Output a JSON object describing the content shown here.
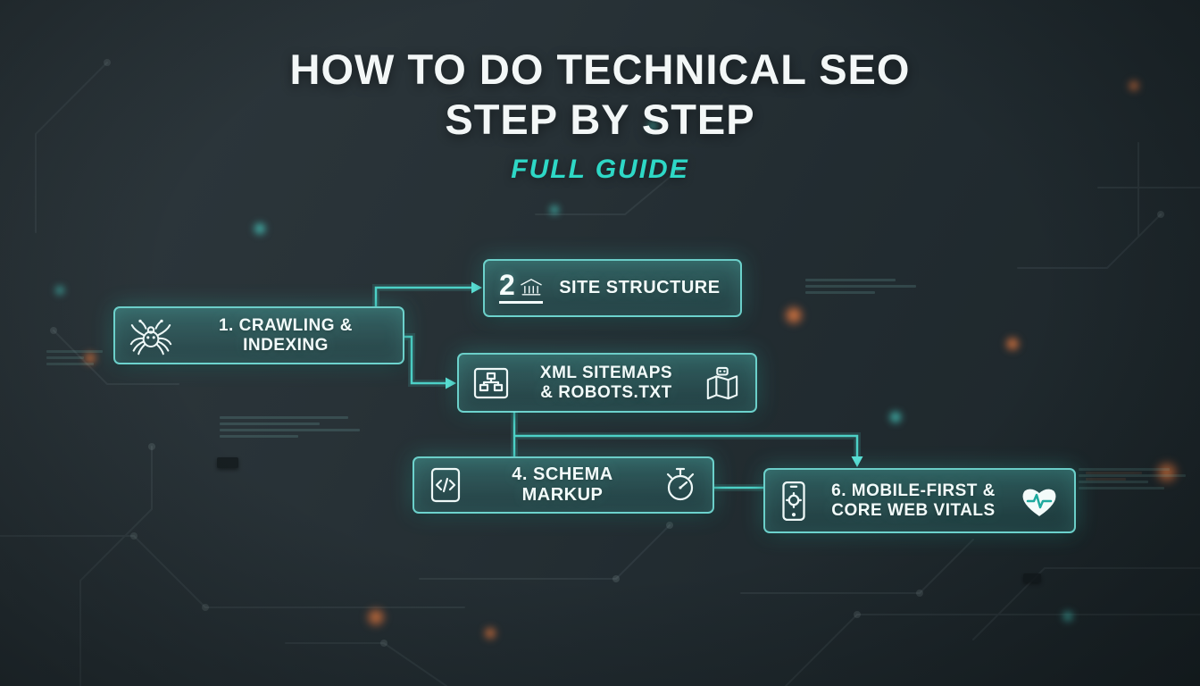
{
  "header": {
    "title_line1": "HOW TO DO TECHNICAL SEO",
    "title_line2": "STEP BY STEP",
    "subtitle": "FULL GUIDE"
  },
  "nodes": {
    "crawling": {
      "line1": "1. CRAWLING &",
      "line2": "INDEXING"
    },
    "structure": {
      "number": "2",
      "label": "SITE STRUCTURE"
    },
    "sitemaps": {
      "line1": "XML SITEMAPS",
      "line2": "& ROBOTS.TXT"
    },
    "schema": {
      "label": "4. SCHEMA MARKUP"
    },
    "mobile": {
      "line1": "6. MOBILE-FIRST &",
      "line2": "CORE WEB VITALS"
    }
  },
  "icons": {
    "crawling": "spider-icon",
    "structure": "bank-columns-icon",
    "sitemaps_left": "xml-sitemap-icon",
    "sitemaps_right": "robot-map-icon",
    "schema_left": "code-document-icon",
    "schema_right": "stopwatch-icon",
    "mobile_left": "smartphone-icon",
    "mobile_right": "heart-pulse-icon"
  },
  "colors": {
    "accent_teal": "#2ed8c6",
    "box_border": "#78e8e0",
    "box_fill": "rgba(80,210,202,0.3)",
    "title_text": "#f3f7f7",
    "background_dark": "#222c31",
    "glow_orange": "#ff8c46"
  }
}
